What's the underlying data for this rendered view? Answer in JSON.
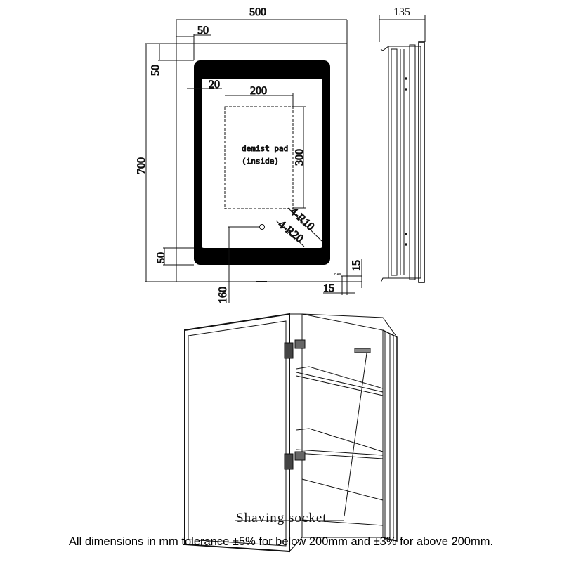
{
  "front_view": {
    "width": "500",
    "frame_left_offset": "50",
    "frame_top_offset": "50",
    "height": "700",
    "inner_border": "20",
    "pad_width": "200",
    "pad_height": "300",
    "pad_label_line1": "demist pad",
    "pad_label_line2": "(inside)",
    "radius_inner": "4-R10",
    "radius_outer": "4-R20",
    "frame_bottom_offset": "50",
    "switch_offset": "160",
    "corner_vertical": "15",
    "corner_horizontal": "15",
    "corner_mark": "BAK"
  },
  "side_view": {
    "depth": "135"
  },
  "perspective_view": {
    "callout": "Shaving socket"
  },
  "caption": "All dimensions in mm tolerance ±5% for below 200mm and ±3% for above 200mm."
}
